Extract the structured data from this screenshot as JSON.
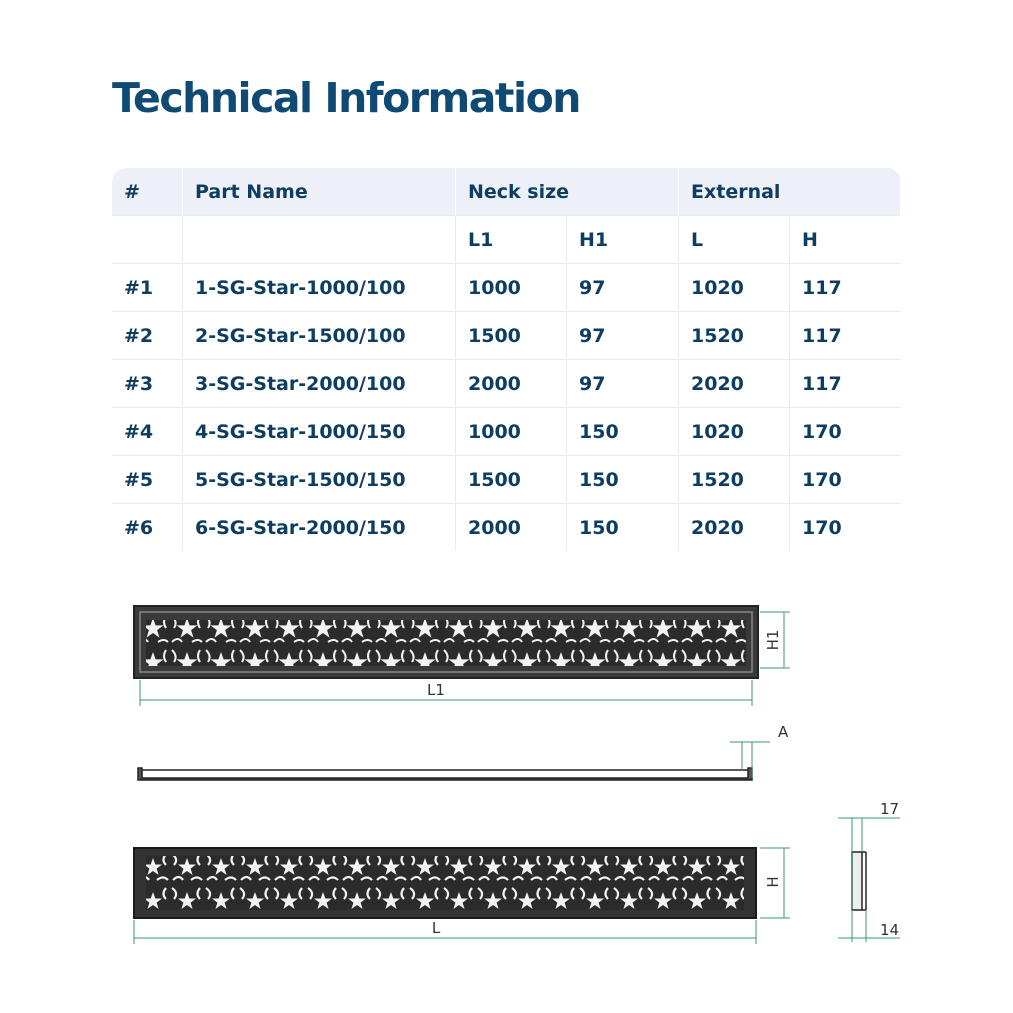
{
  "page": {
    "title": "Technical Information"
  },
  "table": {
    "headers": {
      "num": "#",
      "part": "Part Name",
      "neck": "Neck size",
      "external": "External"
    },
    "subheaders": {
      "l1": "L1",
      "h1": "H1",
      "l": "L",
      "h": "H"
    },
    "rows": [
      {
        "num": "#1",
        "part": "1-SG-Star-1000/100",
        "l1": "1000",
        "h1": "97",
        "l": "1020",
        "h": "117"
      },
      {
        "num": "#2",
        "part": "2-SG-Star-1500/100",
        "l1": "1500",
        "h1": "97",
        "l": "1520",
        "h": "117"
      },
      {
        "num": "#3",
        "part": "3-SG-Star-2000/100",
        "l1": "2000",
        "h1": "97",
        "l": "2020",
        "h": "117"
      },
      {
        "num": "#4",
        "part": "4-SG-Star-1000/150",
        "l1": "1000",
        "h1": "150",
        "l": "1020",
        "h": "170"
      },
      {
        "num": "#5",
        "part": "5-SG-Star-1500/150",
        "l1": "1500",
        "h1": "150",
        "l": "1520",
        "h": "170"
      },
      {
        "num": "#6",
        "part": "6-SG-Star-2000/150",
        "l1": "2000",
        "h1": "150",
        "l": "2020",
        "h": "170"
      }
    ]
  },
  "drawing": {
    "labels": {
      "l1": "L1",
      "h1": "H1",
      "a": "A",
      "l": "L",
      "h": "H",
      "top_offset": "17",
      "bottom_offset": "14"
    }
  },
  "colors": {
    "title": "#0e4a74",
    "text": "#0e3d62",
    "header_bg": "#eef0f8",
    "dimension": "#3a9a6a"
  }
}
